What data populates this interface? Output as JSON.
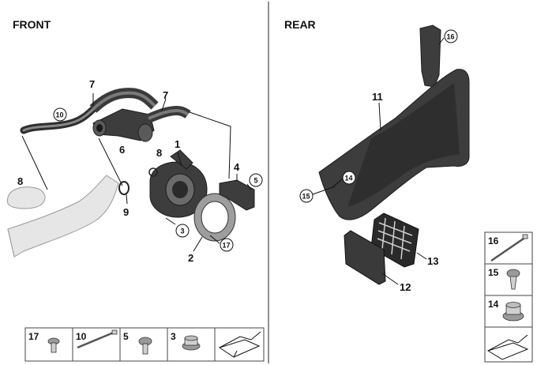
{
  "sections": {
    "front": "FRONT",
    "rear": "REAR"
  },
  "callouts": {
    "front": [
      {
        "key": "p7a",
        "label": "7"
      },
      {
        "key": "p7b",
        "label": "7"
      },
      {
        "key": "p10",
        "label": "10",
        "circled": true
      },
      {
        "key": "p6",
        "label": "6"
      },
      {
        "key": "p8a",
        "label": "8"
      },
      {
        "key": "p1",
        "label": "1"
      },
      {
        "key": "p4",
        "label": "4"
      },
      {
        "key": "p5",
        "label": "5",
        "circled": true
      },
      {
        "key": "p8b",
        "label": "8"
      },
      {
        "key": "p9",
        "label": "9"
      },
      {
        "key": "p3",
        "label": "3",
        "circled": true
      },
      {
        "key": "p2",
        "label": "2"
      },
      {
        "key": "p17",
        "label": "17",
        "circled": true
      }
    ],
    "rear": [
      {
        "key": "p16",
        "label": "16",
        "circled": true
      },
      {
        "key": "p11",
        "label": "11"
      },
      {
        "key": "p14",
        "label": "14",
        "circled": true
      },
      {
        "key": "p15",
        "label": "15",
        "circled": true
      },
      {
        "key": "p13",
        "label": "13"
      },
      {
        "key": "p12",
        "label": "12"
      }
    ]
  },
  "hardware_table_bottom": [
    "17",
    "10",
    "5",
    "3"
  ],
  "hardware_table_right": [
    "16",
    "15",
    "14"
  ],
  "icons": [
    "bolt-icon",
    "cable-tie-icon",
    "screw-icon",
    "flange-nut-icon",
    "pushnut-icon",
    "assembly-arrow-icon"
  ]
}
